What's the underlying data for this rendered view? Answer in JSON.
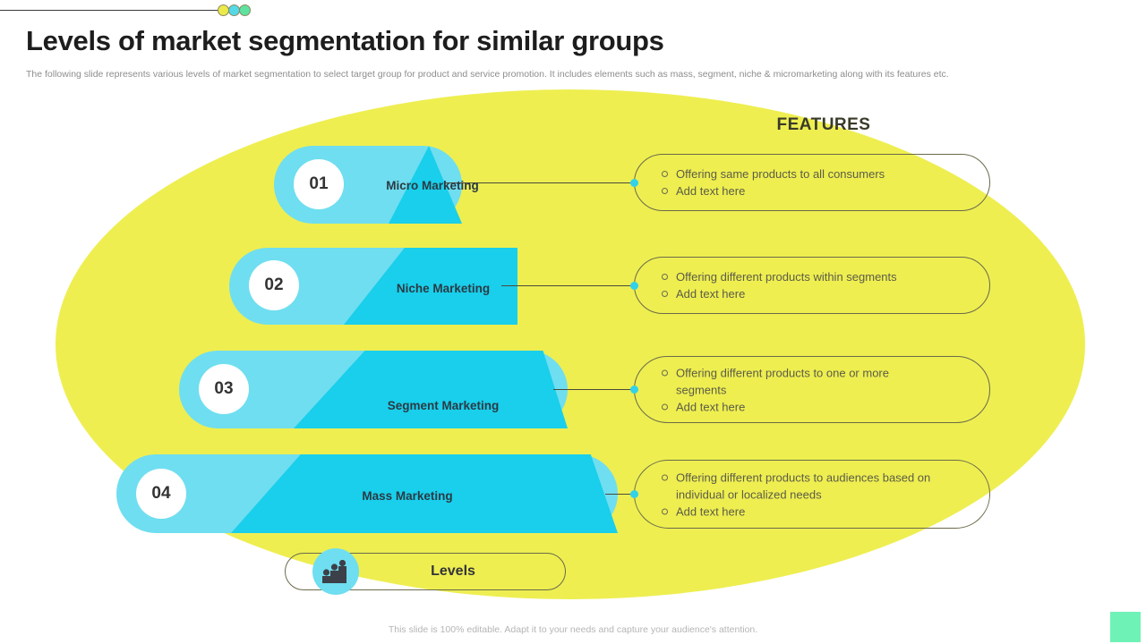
{
  "header": {
    "dots": [
      {
        "name": "dot-yellow",
        "color": "#ece94a"
      },
      {
        "name": "dot-cyan",
        "color": "#55d9e8"
      },
      {
        "name": "dot-green",
        "color": "#5fe2a0"
      }
    ]
  },
  "title": "Levels of market segmentation for similar groups",
  "subtitle": "The following slide represents various levels of market segmentation to select target group for product and service promotion. It includes elements such as mass, segment, niche & micromarketing along with its features etc.",
  "features_heading": "FEATURES",
  "colors": {
    "blob": "#eeee51",
    "pyramid_light": "#6fdef0",
    "pyramid_dark": "#19cfeb",
    "connector_dot": "#31d2ea",
    "corner_square": "#6ff2b6",
    "title_text": "#1d1d1d",
    "body_text": "#5c5c48"
  },
  "levels": [
    {
      "number": "01",
      "label": "Micro Marketing",
      "features": [
        "Offering same products to all consumers",
        "Add text here"
      ]
    },
    {
      "number": "02",
      "label": "Niche Marketing",
      "features": [
        "Offering different products within segments",
        "Add text here"
      ]
    },
    {
      "number": "03",
      "label": "Segment Marketing",
      "features": [
        "Offering different products to one or more segments",
        "Add text here"
      ]
    },
    {
      "number": "04",
      "label": "Mass Marketing",
      "features": [
        "Offering different products to audiences based on individual or localized needs",
        "Add text here"
      ]
    }
  ],
  "levels_badge": {
    "label": "Levels",
    "icon": "steps-levels-icon"
  },
  "footer": "This slide is 100% editable. Adapt it to your needs and capture your audience's attention."
}
